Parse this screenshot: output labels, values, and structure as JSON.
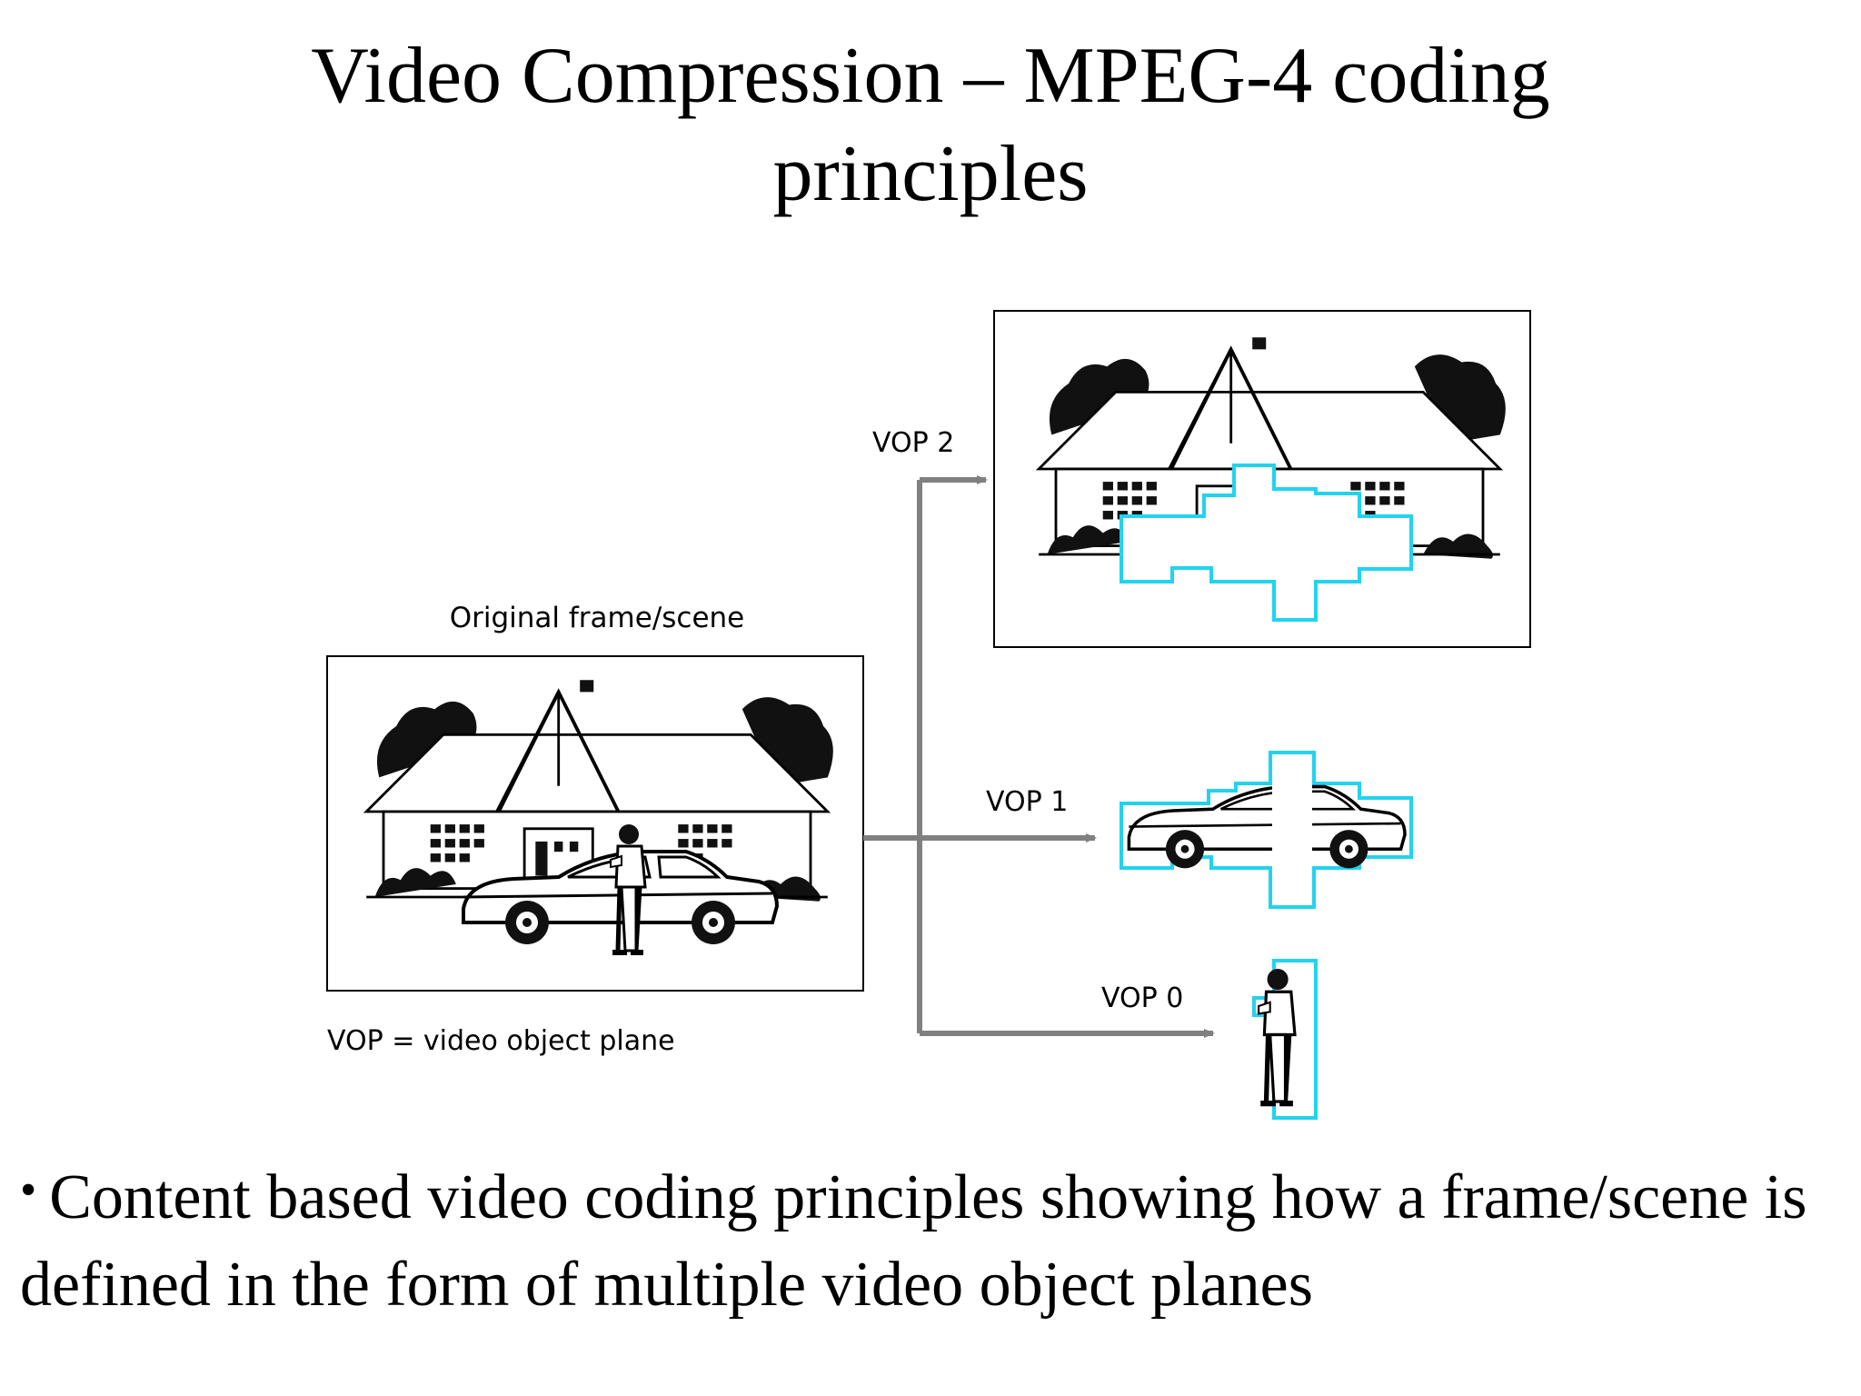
{
  "slide": {
    "title_line1": "Video Compression – MPEG-4 coding",
    "title_line2": "principles",
    "bullet_text": "Content based video coding principles showing how a frame/scene is defined in the form of multiple video object planes",
    "bullet_symbol": "•"
  },
  "diagram": {
    "original_label": "Original frame/scene",
    "vop_legend": "VOP = video object plane",
    "vop2_label": "VOP 2",
    "vop1_label": "VOP 1",
    "vop0_label": "VOP 0",
    "colors": {
      "outline": "#22d3ee",
      "arrow": "#808080",
      "ink": "#000000"
    }
  }
}
